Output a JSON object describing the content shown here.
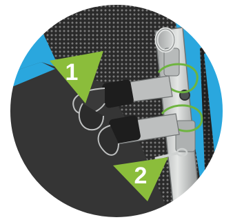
{
  "callouts": [
    {
      "number": "1",
      "target": "strap-buckle"
    },
    {
      "number": "2",
      "target": "safety-clip"
    }
  ],
  "colors": {
    "accent_blue": "#2aa7de",
    "callout_green": "#8bbd3b",
    "mesh_dark": "#2c2c2c",
    "fabric_dark": "#353535",
    "metal": "#c9cccb",
    "cable_green": "#6eb43f"
  },
  "icons": [
    "metal-clip-icon",
    "buckle-icon",
    "strap-loop-icon"
  ]
}
